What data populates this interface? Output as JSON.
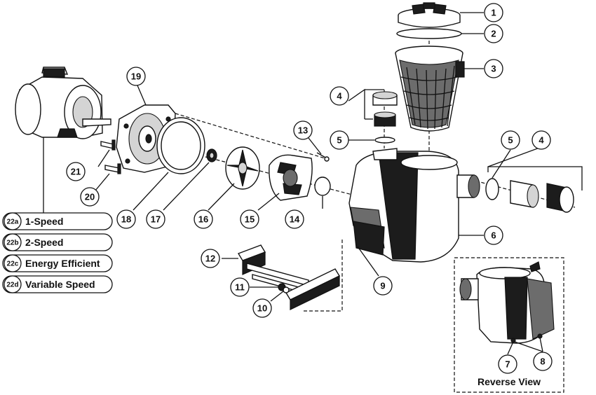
{
  "callouts": [
    {
      "id": "c1",
      "label": "1"
    },
    {
      "id": "c2",
      "label": "2"
    },
    {
      "id": "c3",
      "label": "3"
    },
    {
      "id": "c4a",
      "label": "4"
    },
    {
      "id": "c5a",
      "label": "5"
    },
    {
      "id": "c5b",
      "label": "5"
    },
    {
      "id": "c4b",
      "label": "4"
    },
    {
      "id": "c6",
      "label": "6"
    },
    {
      "id": "c7",
      "label": "7"
    },
    {
      "id": "c8",
      "label": "8"
    },
    {
      "id": "c9",
      "label": "9"
    },
    {
      "id": "c10",
      "label": "10"
    },
    {
      "id": "c11",
      "label": "11"
    },
    {
      "id": "c12",
      "label": "12"
    },
    {
      "id": "c13",
      "label": "13"
    },
    {
      "id": "c14",
      "label": "14"
    },
    {
      "id": "c15",
      "label": "15"
    },
    {
      "id": "c16",
      "label": "16"
    },
    {
      "id": "c17",
      "label": "17"
    },
    {
      "id": "c18",
      "label": "18"
    },
    {
      "id": "c19",
      "label": "19"
    },
    {
      "id": "c20",
      "label": "20"
    },
    {
      "id": "c21",
      "label": "21"
    }
  ],
  "legend": [
    {
      "code": "22a",
      "label": "1-Speed"
    },
    {
      "code": "22b",
      "label": "2-Speed"
    },
    {
      "code": "22c",
      "label": "Energy Efficient"
    },
    {
      "code": "22d",
      "label": "Variable Speed"
    }
  ],
  "reverse_view": {
    "caption": "Reverse View"
  }
}
